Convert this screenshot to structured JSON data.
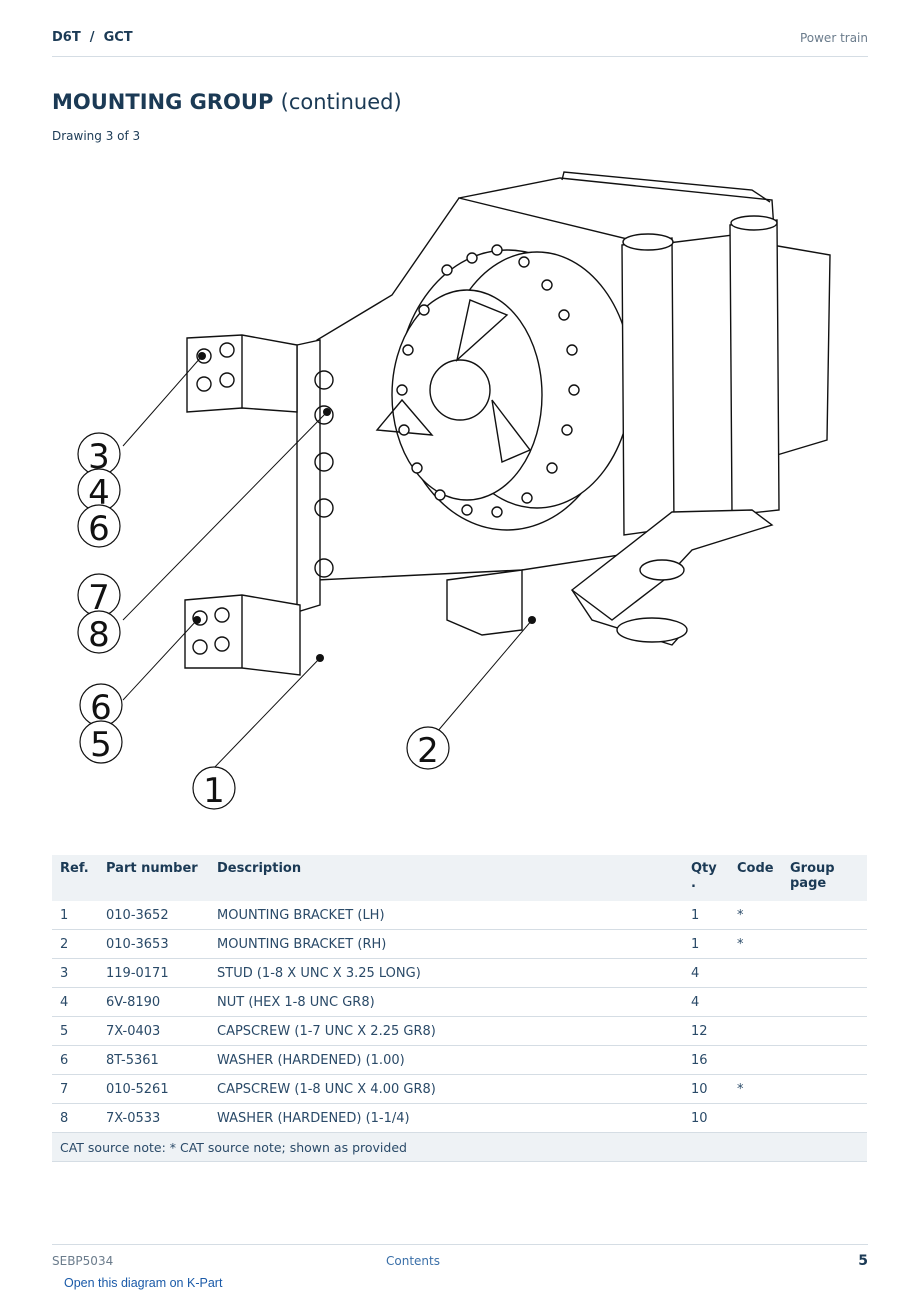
{
  "header": {
    "model": "D6T",
    "separator": "/",
    "variant": "GCT",
    "section": "Power train"
  },
  "title": {
    "main": "MOUNTING GROUP",
    "sub": "(continued)"
  },
  "drawing_label": "Drawing 3 of 3",
  "callouts": [
    "3",
    "4",
    "6",
    "7",
    "8",
    "6",
    "5",
    "1",
    "2"
  ],
  "table": {
    "headers": {
      "ref": "Ref.",
      "part_number": "Part number",
      "description": "Description",
      "qty_line1": "Qty",
      "qty_line2": ".",
      "code": "Code",
      "group_line1": "Group",
      "group_line2": "page"
    },
    "rows": [
      {
        "ref": "1",
        "part": "010-3652",
        "desc": "MOUNTING BRACKET (LH)",
        "qty": "1",
        "code": "*",
        "group": ""
      },
      {
        "ref": "2",
        "part": "010-3653",
        "desc": "MOUNTING BRACKET (RH)",
        "qty": "1",
        "code": "*",
        "group": ""
      },
      {
        "ref": "3",
        "part": "119-0171",
        "desc": "STUD (1-8 X UNC X 3.25 LONG)",
        "qty": "4",
        "code": "",
        "group": ""
      },
      {
        "ref": "4",
        "part": "6V-8190",
        "desc": "NUT (HEX 1-8 UNC GR8)",
        "qty": "4",
        "code": "",
        "group": ""
      },
      {
        "ref": "5",
        "part": "7X-0403",
        "desc": "CAPSCREW (1-7 UNC X 2.25 GR8)",
        "qty": "12",
        "code": "",
        "group": ""
      },
      {
        "ref": "6",
        "part": "8T-5361",
        "desc": "WASHER (HARDENED) (1.00)",
        "qty": "16",
        "code": "",
        "group": ""
      },
      {
        "ref": "7",
        "part": "010-5261",
        "desc": "CAPSCREW (1-8 UNC X 4.00 GR8)",
        "qty": "10",
        "code": "*",
        "group": ""
      },
      {
        "ref": "8",
        "part": "7X-0533",
        "desc": "WASHER (HARDENED) (1-1/4)",
        "qty": "10",
        "code": "",
        "group": ""
      }
    ],
    "note": "CAT source note: * CAT source note; shown as provided"
  },
  "footer": {
    "doc_number": "SEBP5034",
    "contents_link": "Contents",
    "page": "5"
  },
  "kpart_link": "Open this diagram on K-Part"
}
